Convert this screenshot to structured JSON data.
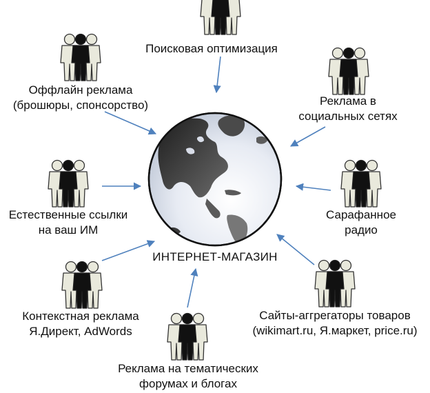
{
  "center": {
    "label": "ИНТЕРНЕТ-МАГАЗИН"
  },
  "channels": [
    {
      "id": "seo",
      "lines": [
        "Поисковая оптимизация"
      ]
    },
    {
      "id": "offline",
      "lines": [
        "Оффлайн реклама",
        "(брошюры, спонсорство)"
      ]
    },
    {
      "id": "social",
      "lines": [
        "Реклама в",
        "социальных сетях"
      ]
    },
    {
      "id": "natural",
      "lines": [
        "Естественные ссылки",
        "на ваш ИМ"
      ]
    },
    {
      "id": "word",
      "lines": [
        "Сарафанное",
        "радио"
      ]
    },
    {
      "id": "context",
      "lines": [
        "Контекстная реклама",
        "Я.Директ, AdWords"
      ]
    },
    {
      "id": "aggregators",
      "lines": [
        "Сайты-аггрегаторы товаров",
        "(wikimart.ru, Я.маркет, price.ru)"
      ]
    },
    {
      "id": "forums",
      "lines": [
        "Реклама на тематических",
        "форумах и блогах"
      ]
    }
  ],
  "colors": {
    "arrow": "#4f81bd",
    "globe_ocean": "#dde3ee",
    "land": "#3a3a3a",
    "people_front": "#111111",
    "people_back": "#e9e9dc"
  },
  "icons": {
    "people": "people-group-icon",
    "globe": "globe-icon"
  }
}
